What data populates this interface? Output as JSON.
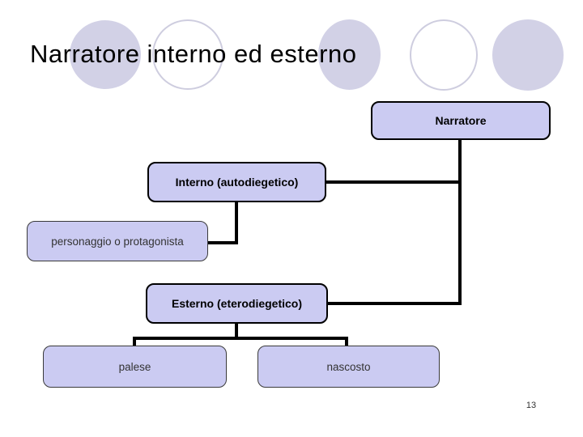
{
  "slide": {
    "title": "Narratore interno ed esterno",
    "page_number": "13"
  },
  "nodes": {
    "narratore": {
      "label": "Narratore"
    },
    "interno": {
      "label": "Interno (autodiegetico)"
    },
    "personaggio": {
      "label": "personaggio o protagonista"
    },
    "esterno": {
      "label": "Esterno (eterodiegetico)"
    },
    "palese": {
      "label": "palese"
    },
    "nascosto": {
      "label": "nascosto"
    }
  },
  "colors": {
    "node_fill": "#cbcbf2",
    "node_border_strong": "#000000",
    "node_border_light": "#3a3a3a",
    "connector": "#000000",
    "ellipse_fill": "#d2d1e6",
    "ellipse_outline": "#cecddf",
    "title": "#000000",
    "text_secondary": "#333333"
  }
}
